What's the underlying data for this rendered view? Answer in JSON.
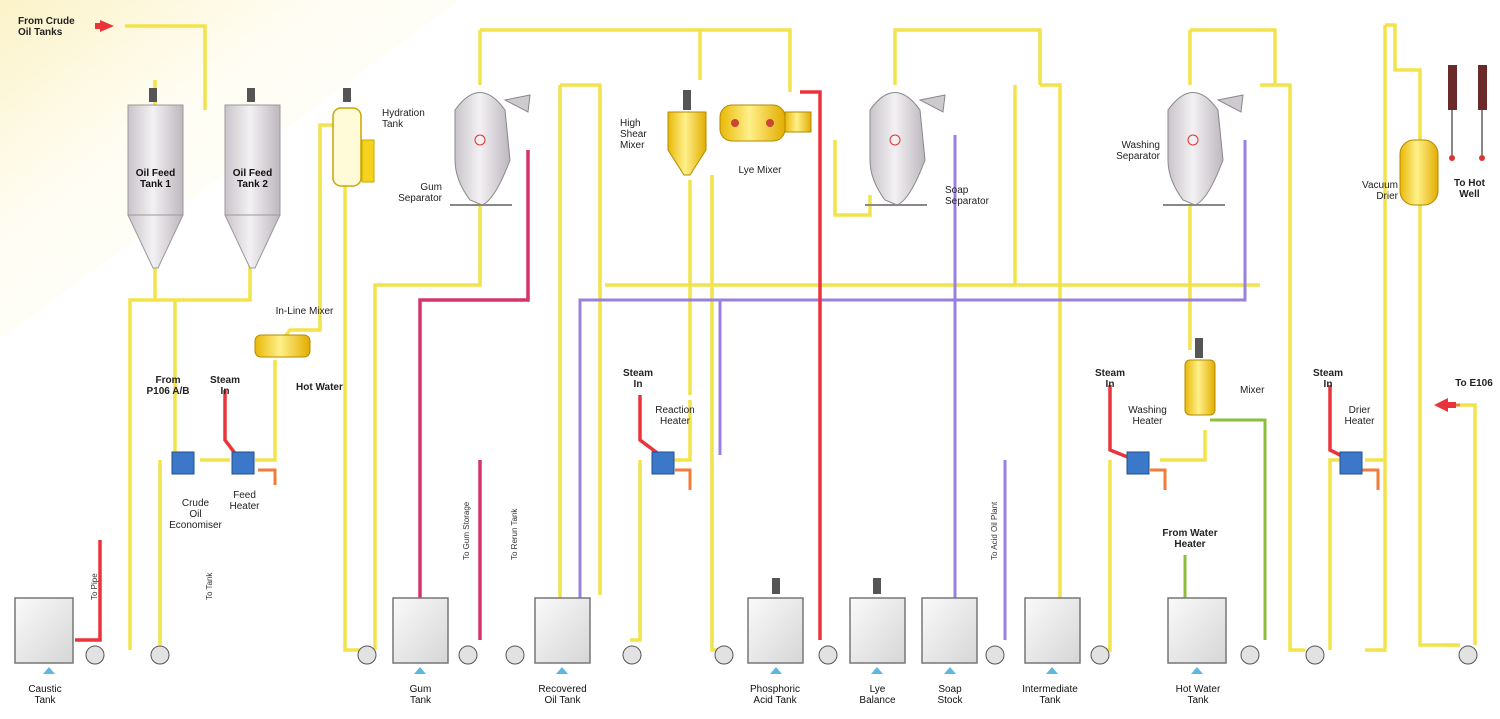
{
  "colors": {
    "oil_line": "#f2e34a",
    "caustic_line": "#d6336c",
    "lye_line": "#e8343a",
    "water_line": "#9b7fe0",
    "hot_water_line": "#8bbf3a",
    "steam_line": "#e8343a",
    "vessel": "#d8d4d8",
    "mixer": "#f5d21e"
  },
  "labels": {
    "from_crude": "From Crude\nOil Tanks",
    "feed_tank_1": "Oil Feed\nTank 1",
    "feed_tank_2": "Oil Feed\nTank 2",
    "hydration_tank": "Hydration\nTank",
    "gum_separator": "Gum\nSeparator",
    "high_shear_mixer": "High\nShear\nMixer",
    "lye_mixer": "Lye Mixer",
    "soap_separator": "Soap\nSeparator",
    "washing_separator": "Washing\nSeparator",
    "vacuum_drier": "Vacuum\nDrier",
    "to_hot_well": "To Hot\nWell",
    "inline_mixer": "In-Line Mixer",
    "hot_water_1": "Hot Water",
    "from_p106": "From\nP106 A/B",
    "steam_in_1": "Steam\nIn",
    "crude_oil_economiser": "Crude\nOil\nEconomiser",
    "feed_heater": "Feed\nHeater",
    "steam_in_2": "Steam\nIn",
    "reaction_heater": "Reaction\nHeater",
    "steam_in_3": "Steam\nIn",
    "washing_heater": "Washing\nHeater",
    "mixer": "Mixer",
    "steam_in_4": "Steam\nIn",
    "drier_heater": "Drier\nHeater",
    "to_e106": "To E106",
    "from_water_heater": "From Water\nHeater",
    "caustic_tank": "Caustic\nTank",
    "gum_tank": "Gum\nTank",
    "recovered_oil_tank": "Recovered\nOil Tank",
    "phosphoric_acid_tank": "Phosphoric\nAcid Tank",
    "lye_balance_tank": "Lye\nBalance",
    "soap_stock": "Soap\nStock",
    "intermediate_tank": "Intermediate\nTank",
    "hot_water_tank": "Hot Water\nTank",
    "to_pipe": "To Pipe",
    "to_tank": "To Tank",
    "to_gum_storage": "To Gum Storage",
    "to_rerun_tank": "To Rerun Tank",
    "to_acid_oil_plant": "To Acid Oil Plant"
  },
  "icons": [
    "pump-icon",
    "valve-icon",
    "motor-icon",
    "arrow-icon"
  ]
}
